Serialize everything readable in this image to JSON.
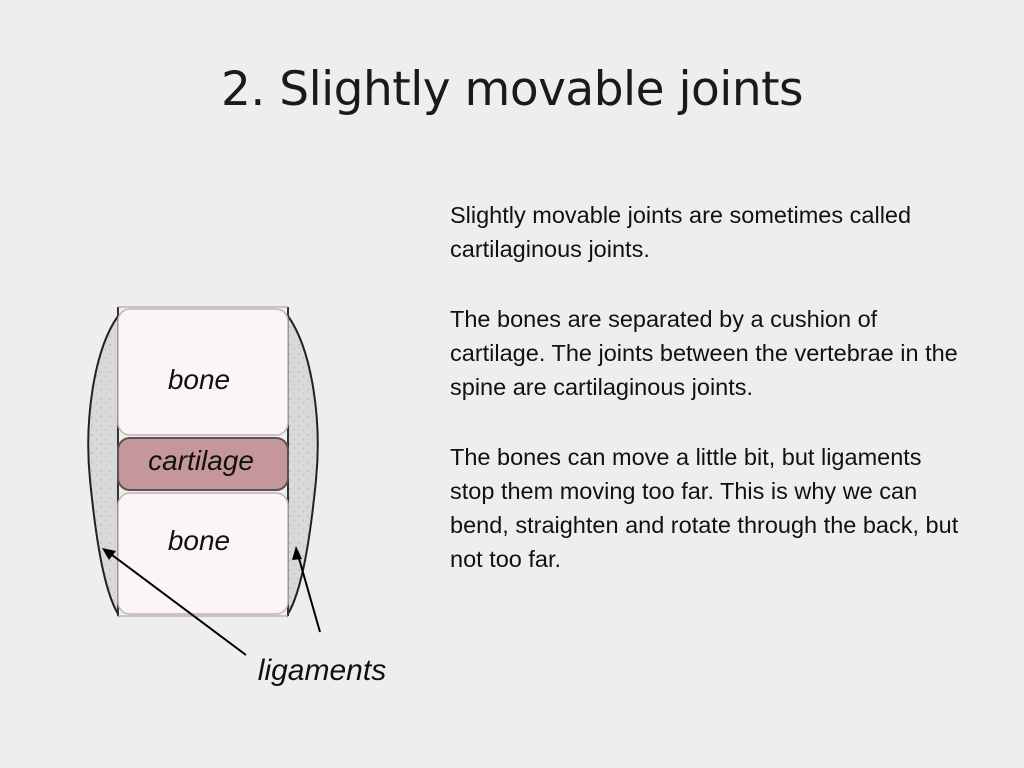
{
  "title": "2. Slightly movable joints",
  "diagram": {
    "top_bone_label": "bone",
    "cartilage_label": "cartilage",
    "bottom_bone_label": "bone",
    "ligaments_label": "ligaments",
    "colors": {
      "bone_fill": "#fbf5f6",
      "cartilage_fill": "#c6979a",
      "ligament_fill": "#d9d9d9",
      "outline": "#222222"
    }
  },
  "paragraphs": [
    "Slightly movable joints are sometimes called cartilaginous joints.",
    "The bones are separated by a cushion of cartilage. The joints between the vertebrae in the spine are cartilaginous joints.",
    "The bones can move a little bit, but ligaments stop them moving too far. This is why we can bend, straighten and rotate through the back, but not too far."
  ]
}
